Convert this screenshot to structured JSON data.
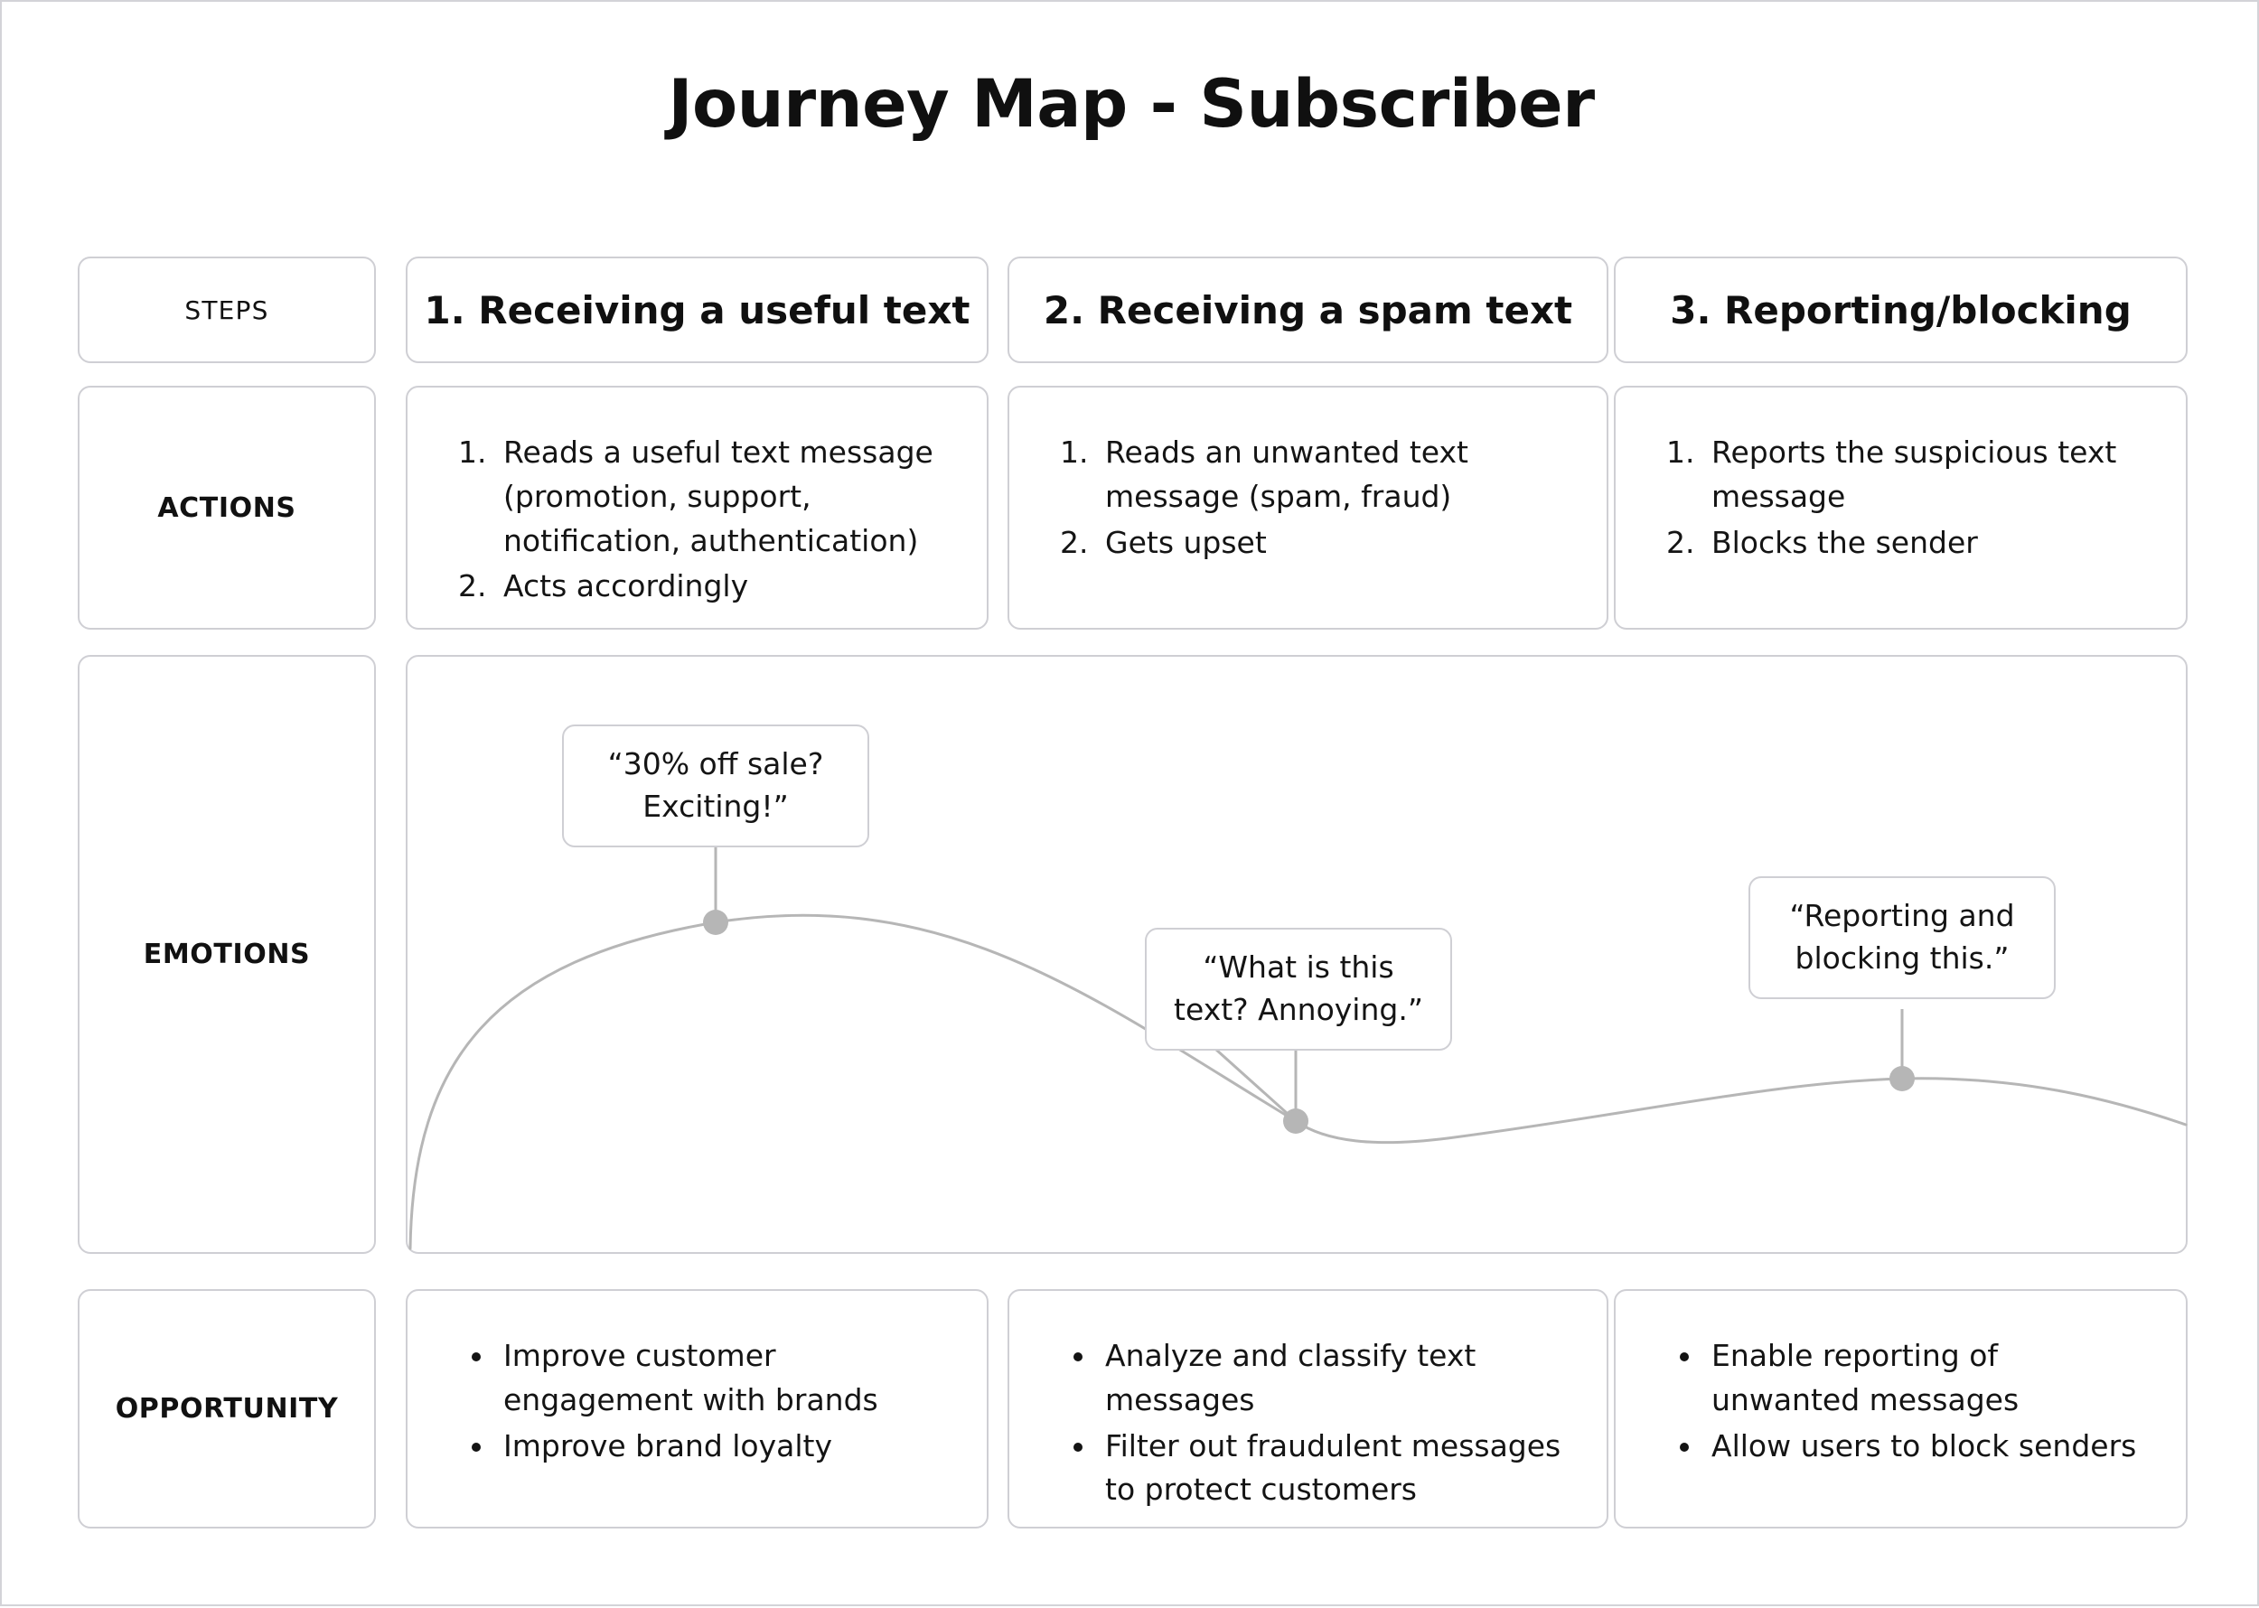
{
  "title": "Journey Map - Subscriber",
  "row_labels": {
    "steps": "STEPS",
    "actions": "ACTIONS",
    "emotions": "EMOTIONS",
    "opportunity": "OPPORTUNITY"
  },
  "steps": [
    {
      "header": "1. Receiving a useful text"
    },
    {
      "header": "2. Receiving a spam text"
    },
    {
      "header": "3. Reporting/blocking"
    }
  ],
  "actions": [
    {
      "items": [
        "Reads a useful text message (promotion, support, notification, authentication)",
        "Acts accordingly"
      ]
    },
    {
      "items": [
        "Reads an unwanted text message (spam, fraud)",
        "Gets upset"
      ]
    },
    {
      "items": [
        "Reports the suspicious text message",
        "Blocks the sender"
      ]
    }
  ],
  "emotions": {
    "bubbles": [
      {
        "line1": "“30% off sale?",
        "line2": "Exciting!”"
      },
      {
        "line1": "“What is this",
        "line2": "text? Annoying.”"
      },
      {
        "line1": "“Reporting and",
        "line2": "blocking this.”"
      }
    ]
  },
  "opportunity": [
    {
      "items": [
        "Improve customer engagement with brands",
        "Improve brand loyalty"
      ]
    },
    {
      "items": [
        "Analyze and classify text messages",
        "Filter out fraudulent messages to protect customers"
      ]
    },
    {
      "items": [
        "Enable reporting of unwanted messages",
        "Allow users to block senders"
      ]
    }
  ],
  "colors": {
    "card_border": "#cfcfd4",
    "curve": "#b6b6b6",
    "dot": "#b6b6b6",
    "text": "#141414",
    "background": "#ffffff"
  },
  "chart_data": {
    "type": "line",
    "title": "Emotion curve",
    "x": [
      "1. Receiving a useful text",
      "2. Receiving a spam text",
      "3. Reporting/blocking"
    ],
    "annotations": [
      "“30% off sale? Exciting!”",
      "“What is this text? Annoying.”",
      "“Reporting and blocking this.”"
    ],
    "values": [
      0.85,
      0.18,
      0.32
    ],
    "ylabel": "Emotion",
    "grid": false,
    "legend": "none"
  }
}
